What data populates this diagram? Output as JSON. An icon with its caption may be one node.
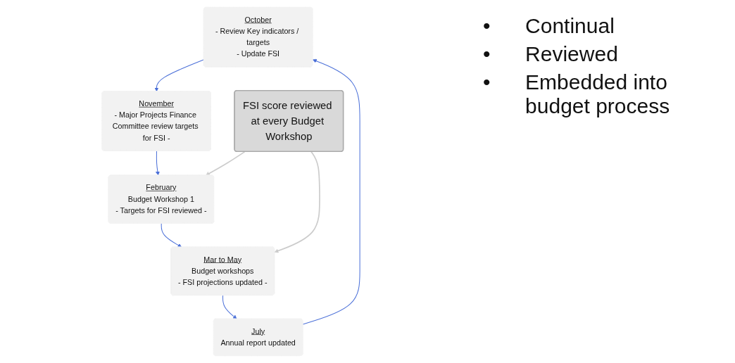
{
  "diagram": {
    "nodes": [
      {
        "text": [
          "October",
          "- Review Key indicators / targets",
          "- Update FSI"
        ]
      },
      {
        "text": [
          "July",
          "Annual report updated"
        ]
      },
      {
        "text": [
          "November",
          "- Major Projects Finance Committee review targets for FSI -"
        ]
      },
      {
        "text": [
          "Mar to May",
          "Budget workshops",
          "- FSI projections updated -"
        ]
      },
      {
        "text": [
          "February",
          "Budget Workshop 1",
          "- Targets for FSI reviewed -"
        ]
      },
      {
        "text": [
          "FSI score reviewed at every Budget Workshop"
        ]
      }
    ],
    "edges": [
      {
        "from": 1,
        "to": 0,
        "arrow": "to"
      },
      {
        "from": 0,
        "to": 2,
        "arrow": "to"
      },
      {
        "from": 2,
        "to": 4,
        "arrow": "to"
      },
      {
        "from": 4,
        "to": 3,
        "arrow": "to"
      },
      {
        "from": 3,
        "to": 1,
        "arrow": "to"
      },
      {
        "from": 5,
        "to": 3,
        "arrow": "to",
        "color": "#cccccc"
      },
      {
        "from": 5,
        "to": 4,
        "arrow": "to",
        "color": "#cccccc"
      }
    ],
    "labels": [
      "•",
      "Continual",
      "•",
      "Reviewed",
      "•",
      "Embedded into budget process"
    ]
  }
}
